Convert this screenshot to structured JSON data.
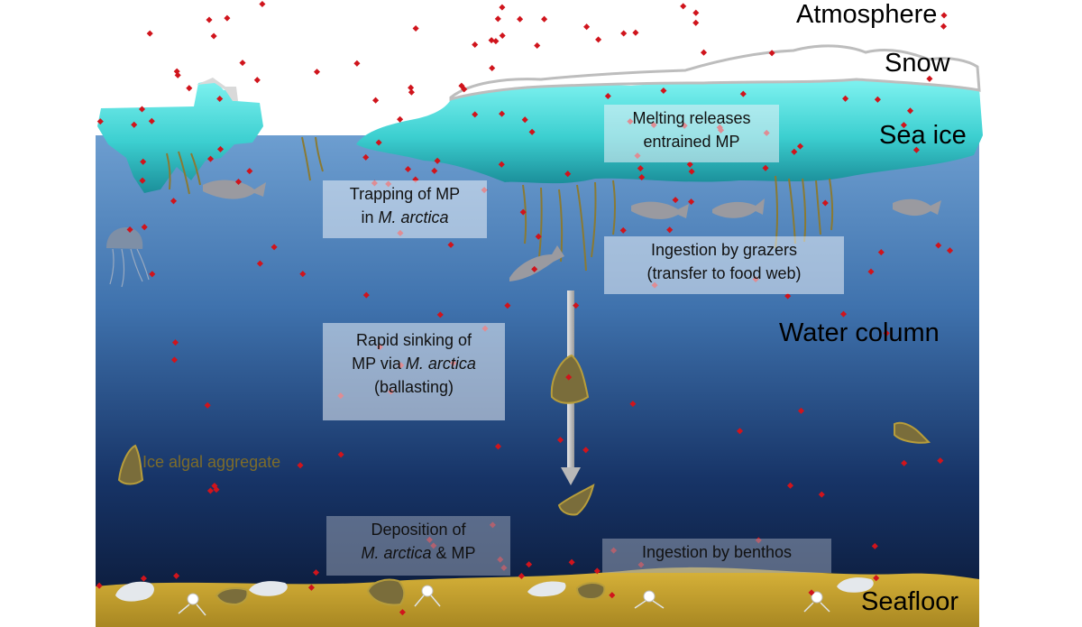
{
  "layers": {
    "atmosphere": "Atmosphere",
    "snow": "Snow",
    "sea_ice": "Sea ice",
    "water_column": "Water column",
    "seafloor": "Seafloor"
  },
  "boxes": {
    "melting_line1": "Melting releases",
    "melting_line2": "entrained MP",
    "trapping_line1": "Trapping of MP",
    "trapping_prefix": "in ",
    "species": "M. arctica",
    "grazers_line1": "Ingestion by grazers",
    "grazers_line2": "(transfer to food web)",
    "sinking_line1": "Rapid sinking of",
    "sinking_line2_prefix": "MP via ",
    "sinking_line3": "(ballasting)",
    "deposition_line1": "Deposition of",
    "deposition_line2_suffix": " & MP",
    "benthos": "Ingestion by benthos"
  },
  "legend": {
    "aggregate": "Ice algal aggregate"
  },
  "colors": {
    "microplastic": "#d0141c",
    "sea_ice": "#4fd6d4",
    "sediment": "#c4a02e",
    "algae": "#8a7a33",
    "water_top": "#5f93c8",
    "water_bottom": "#0b1a3a"
  }
}
